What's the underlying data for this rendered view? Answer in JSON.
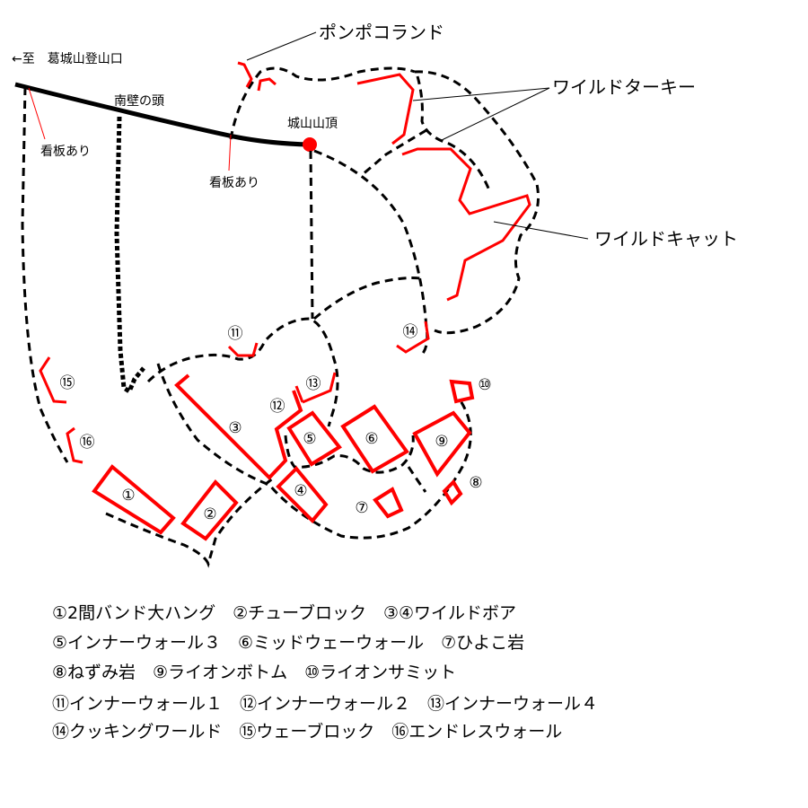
{
  "map": {
    "direction_label": "←至　葛城山登山口",
    "south_wall_head": "南壁の頭",
    "summit": "城山山頂",
    "sign_1": "看板あり",
    "sign_2": "看板あり",
    "ponpoko": "ポンポコランド",
    "wild_turkey": "ワイルドターキー",
    "wild_cat": "ワイルドキャット",
    "summit_color": "#ff0000",
    "rock_color": "#ff0000",
    "numbers": [
      "①",
      "②",
      "③",
      "④",
      "⑤",
      "⑥",
      "⑦",
      "⑧",
      "⑨",
      "⑩",
      "⑪",
      "⑫",
      "⑬",
      "⑭",
      "⑮",
      "⑯"
    ]
  },
  "legend": [
    "①2間バンド大ハング　②チューブロック　③④ワイルドボア",
    "⑤インナーウォール３　⑥ミッドウェーウォール　⑦ひよこ岩",
    "⑧ねずみ岩　⑨ライオンボトム　⑩ライオンサミット",
    "⑪インナーウォール１　⑫インナーウォール２　⑬インナーウォール４",
    "⑭クッキングワールド　⑮ウェーブロック　⑯エンドレスウォール"
  ]
}
